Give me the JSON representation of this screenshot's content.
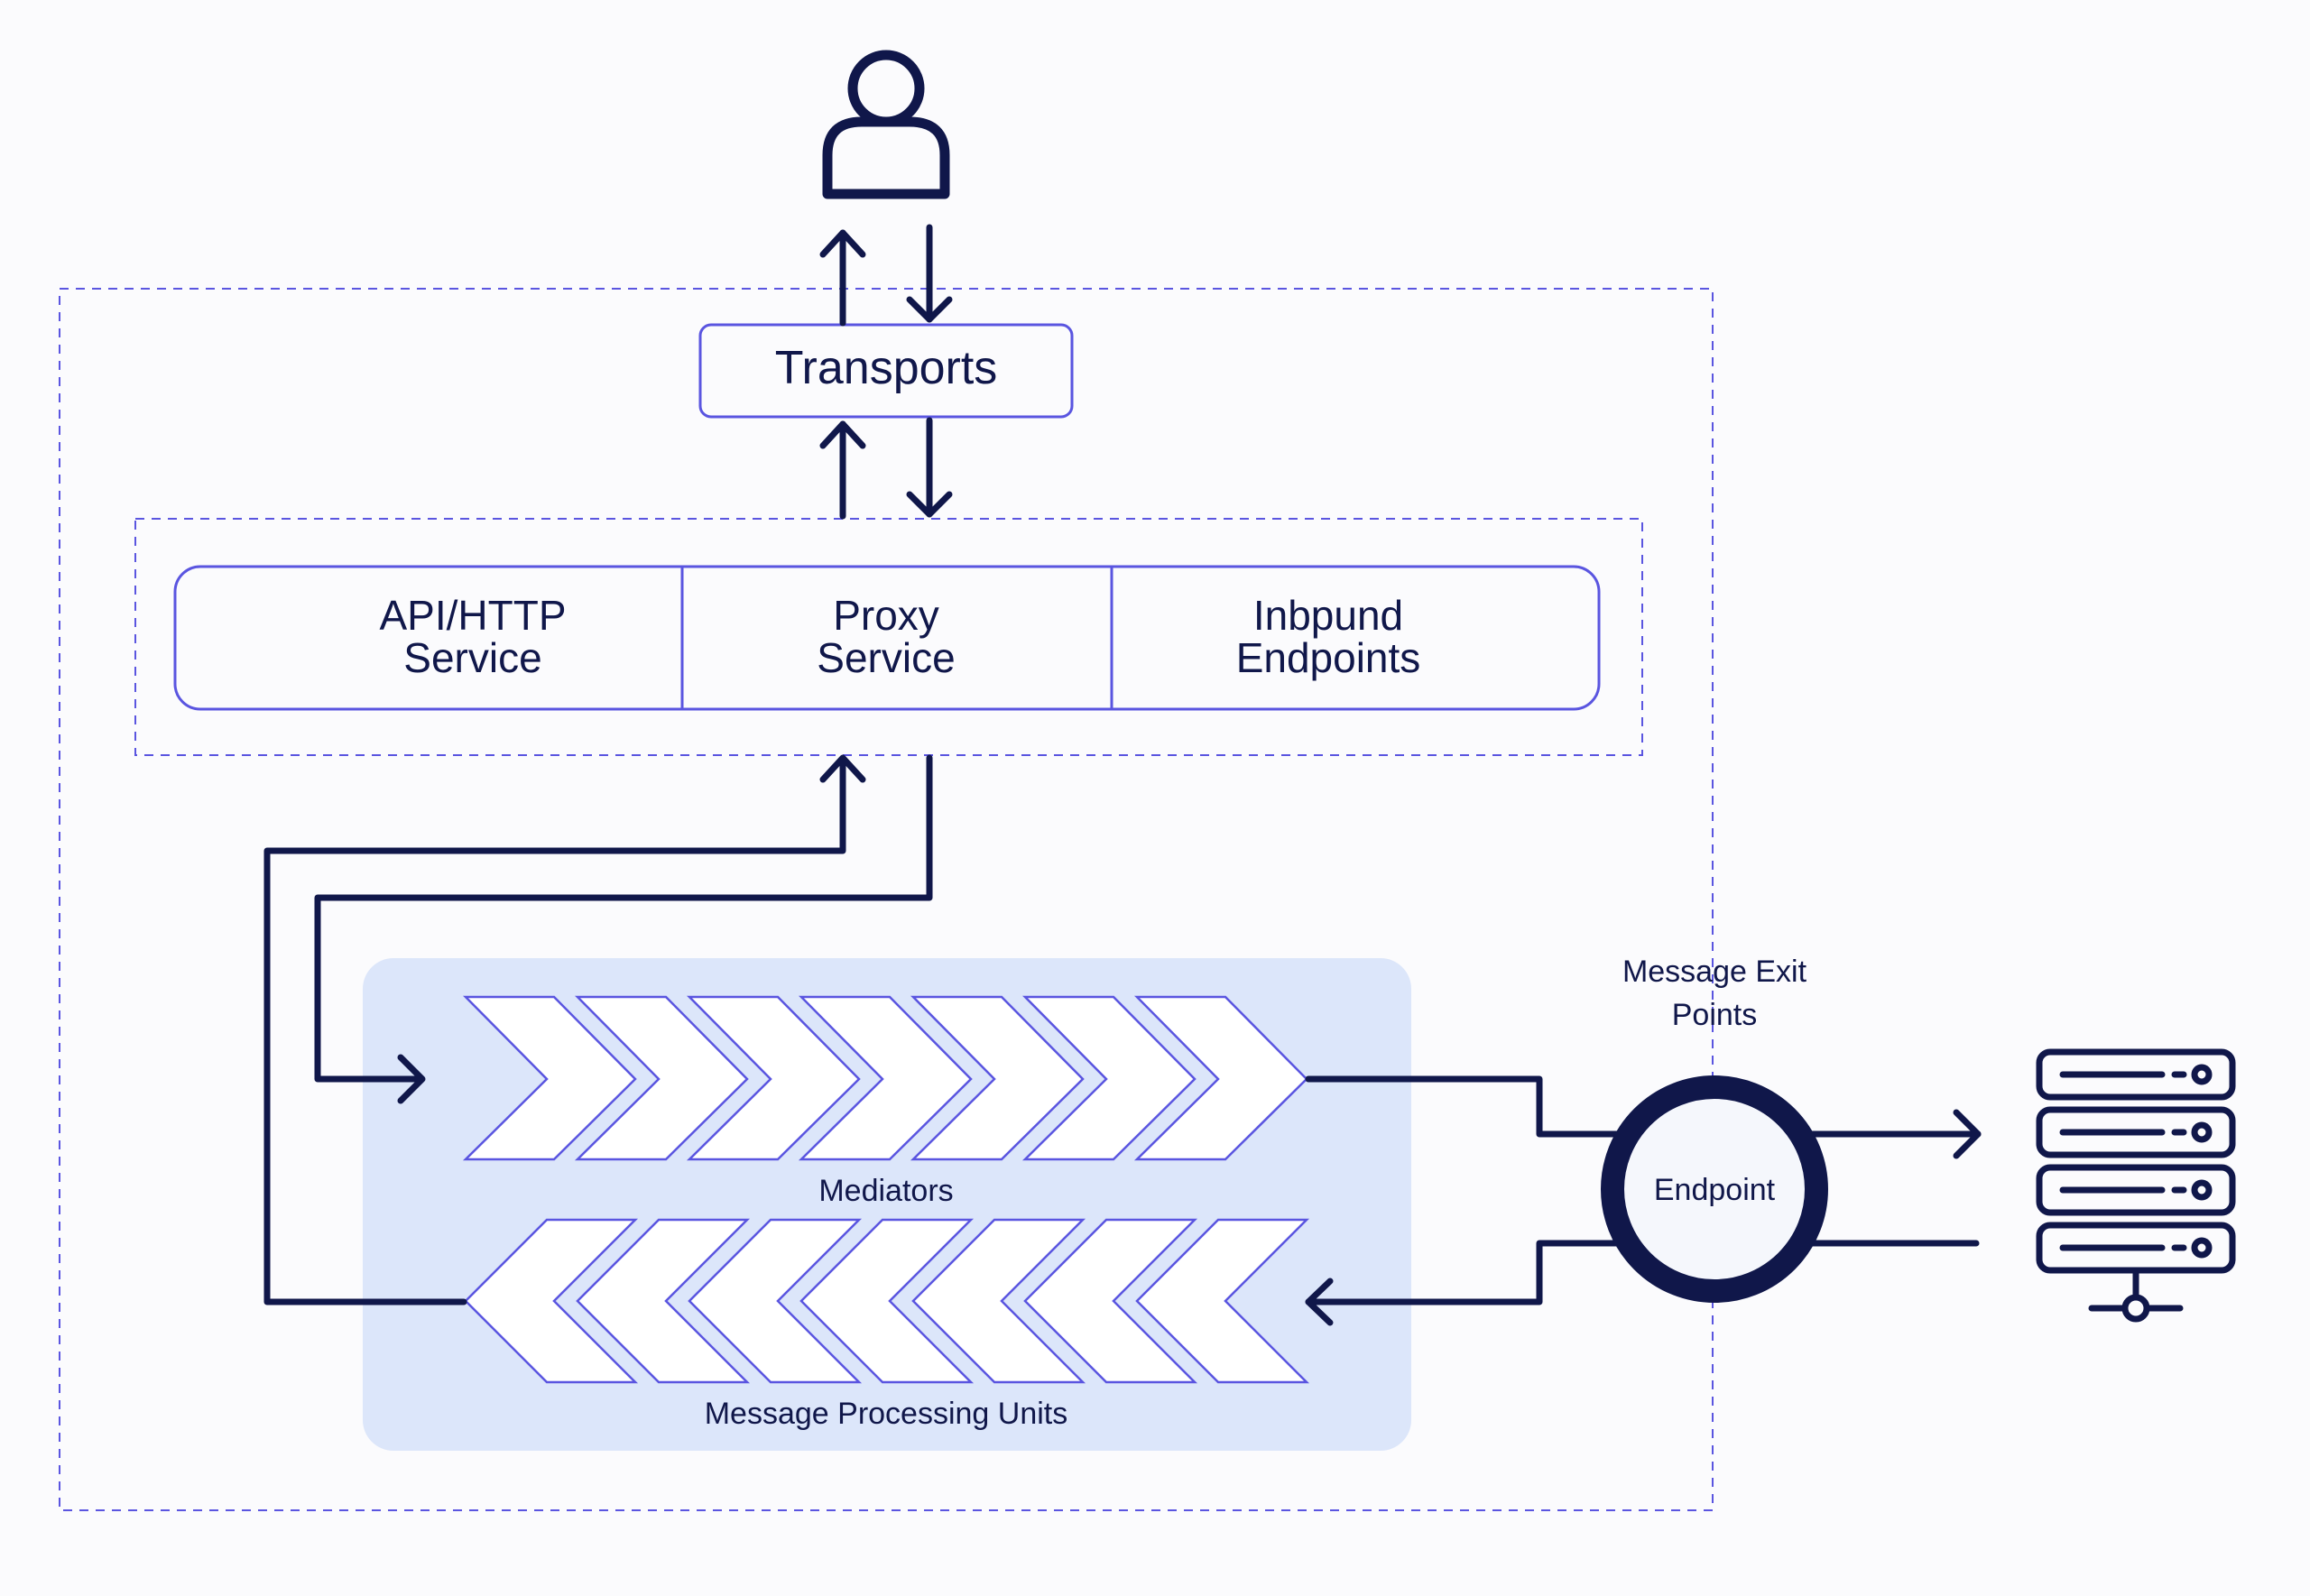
{
  "transports": {
    "label": "Transports"
  },
  "services": [
    {
      "line1": "API/HTTP",
      "line2": "Service"
    },
    {
      "line1": "Proxy",
      "line2": "Service"
    },
    {
      "line1": "Inbpund",
      "line2": "Endpoints"
    }
  ],
  "mediators": {
    "label": "Mediators"
  },
  "processing_units": {
    "label": "Message Processing Units"
  },
  "exit_points": {
    "line1": "Message Exit",
    "line2": "Points"
  },
  "endpoint": {
    "label": "Endpoint"
  },
  "colors": {
    "navy": "#10174a",
    "accent": "#5a55e0",
    "panel_fill": "#dce6fa",
    "background": "#fbfbfd"
  },
  "icons": [
    "user-icon",
    "server-rack-icon"
  ]
}
